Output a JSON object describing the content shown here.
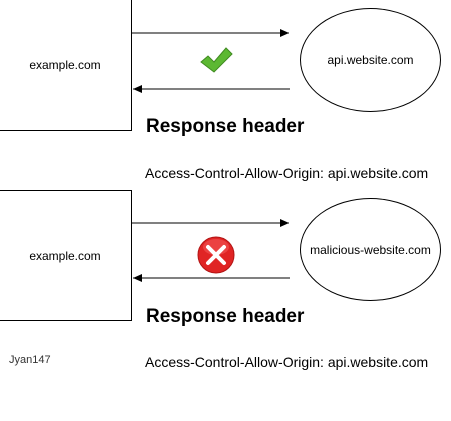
{
  "scenarios": [
    {
      "client_label": "example.com",
      "server_label": "api.website.com",
      "status": "allowed",
      "status_icon": "check-icon",
      "status_color": "#5cb832",
      "response_title": "Response header",
      "response_header": "Access-Control-Allow-Origin: api.website.com"
    },
    {
      "client_label": "example.com",
      "server_label": "malicious-website.com",
      "status": "blocked",
      "status_icon": "x-circle-icon",
      "status_color": "#e02424",
      "response_title": "Response header",
      "response_header": "Access-Control-Allow-Origin: api.website.com"
    }
  ],
  "credit": "Jyan147"
}
